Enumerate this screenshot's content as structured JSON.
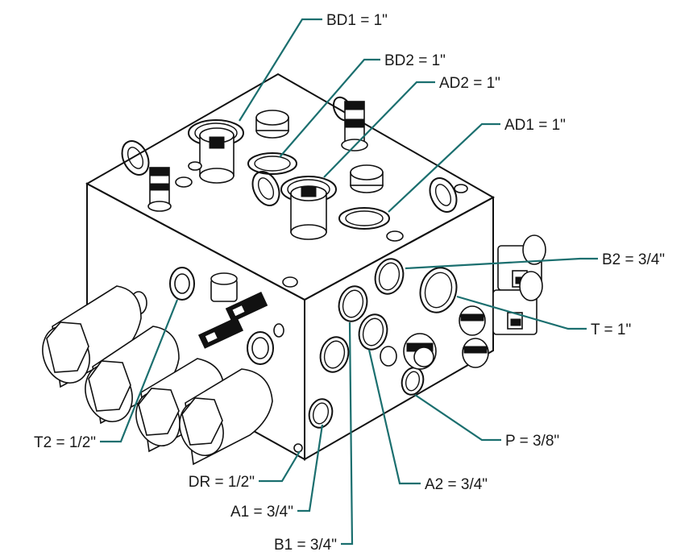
{
  "callouts": {
    "bd1": "BD1 = 1\"",
    "bd2": "BD2 = 1\"",
    "ad2": "AD2 = 1\"",
    "ad1": "AD1 = 1\"",
    "b2": "B2 = 3/4\"",
    "t": "T = 1\"",
    "t2": "T2 = 1/2\"",
    "p": "P = 3/8\"",
    "dr": "DR = 1/2\"",
    "a2": "A2 = 3/4\"",
    "a1": "A1 = 3/4\"",
    "b1": "B1 = 3/4\""
  },
  "colors": {
    "leader": "#1b6f6f",
    "linework": "#111111",
    "background": "#ffffff"
  }
}
